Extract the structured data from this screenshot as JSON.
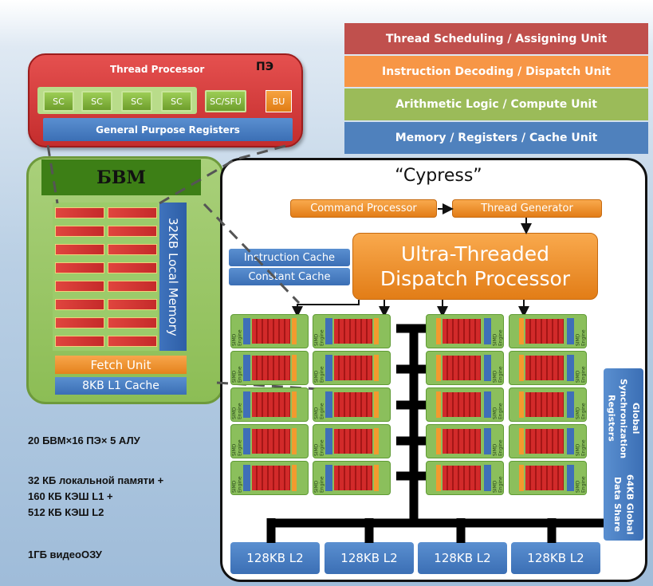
{
  "legend": [
    {
      "label": "Thread Scheduling / Assigning Unit",
      "color": "#c0504d"
    },
    {
      "label": "Instruction Decoding / Dispatch Unit",
      "color": "#f79646"
    },
    {
      "label": "Arithmetic Logic / Compute Unit",
      "color": "#9bbb59"
    },
    {
      "label": "Memory / Registers / Cache Unit",
      "color": "#4f81bd"
    }
  ],
  "thread_processor": {
    "title": "Thread Processor",
    "tag": "ПЭ",
    "cores": [
      "SC",
      "SC",
      "SC",
      "SC"
    ],
    "sfu": "SC/SFU",
    "bu": "BU",
    "registers": "General Purpose Registers"
  },
  "bvm": {
    "label": "БВМ",
    "local_memory": "32KB Local Memory",
    "fetch_unit": "Fetch Unit",
    "l1_cache": "8KB L1 Cache"
  },
  "cypress": {
    "title": "“Cypress”",
    "command_processor": "Command Processor",
    "thread_generator": "Thread Generator",
    "instruction_cache": "Instruction Cache",
    "constant_cache": "Constant Cache",
    "dispatch_line1": "Ultra-Threaded",
    "dispatch_line2": "Dispatch Processor",
    "simd_label": "SIMD Engine",
    "l2": [
      "128KB L2",
      "128KB L2",
      "128KB L2",
      "128KB L2"
    ],
    "gds_line1": "Global Synchronization Registers",
    "gds_line2": "64KB Global Data Share"
  },
  "notes": {
    "line1": "20 БВМ×16 ПЭ× 5 АЛУ",
    "line2": "32 КБ локальной памяти +\n160 КБ КЭШ L1 +\n512 КБ КЭШ L2",
    "line3": "1ГБ видеоОЗУ"
  }
}
